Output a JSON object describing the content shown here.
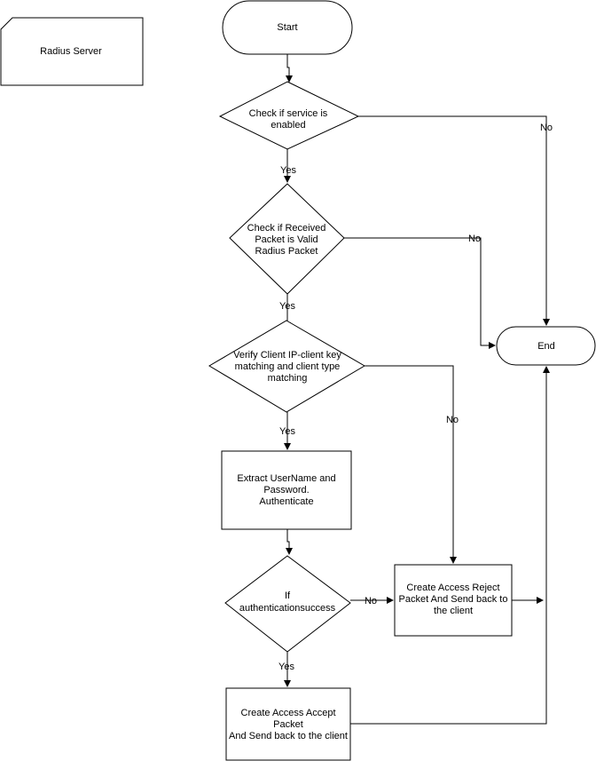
{
  "title_box": "Radius Server",
  "nodes": {
    "start": "Start",
    "check_service": [
      "Check if service is",
      "enabled"
    ],
    "check_packet": [
      "Check if Received",
      "Packet is Valid",
      "Radius Packet"
    ],
    "verify_client": [
      "Verify Client IP-client key",
      "matching and client type",
      "matching"
    ],
    "extract": [
      "Extract UserName and",
      "Password.",
      "Authenticate"
    ],
    "if_auth": [
      "If",
      "authenticationsuccess"
    ],
    "reject": [
      "Create Access Reject",
      "Packet And Send back to",
      "the client"
    ],
    "accept": [
      "Create Access Accept",
      "Packet",
      "And Send back to the client"
    ],
    "end": "End"
  },
  "edge_labels": {
    "yes_1": "Yes",
    "yes_2": "Yes",
    "yes_3": "Yes",
    "yes_4": "Yes",
    "no_1": "No",
    "no_2": "No",
    "no_3": "No",
    "no_4": "No"
  }
}
